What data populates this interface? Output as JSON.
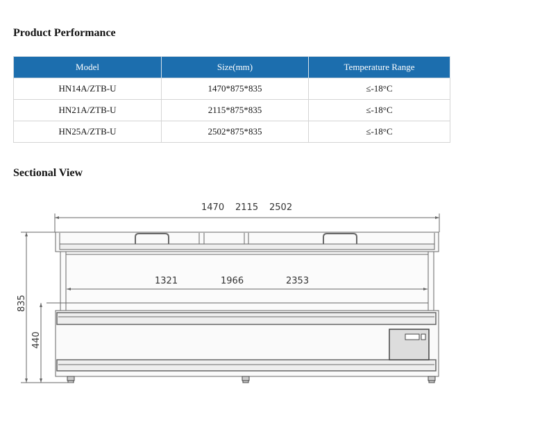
{
  "performance": {
    "title": "Product Performance",
    "headers": [
      "Model",
      "Size(mm)",
      "Temperature Range"
    ],
    "rows": [
      [
        "HN14A/ZTB-U",
        "1470*875*835",
        "≤-18°C"
      ],
      [
        "HN21A/ZTB-U",
        "2115*875*835",
        "≤-18°C"
      ],
      [
        "HN25A/ZTB-U",
        "2502*875*835",
        "≤-18°C"
      ]
    ]
  },
  "sectional": {
    "title": "Sectional View",
    "outer_widths": [
      "1470",
      "2115",
      "2502"
    ],
    "inner_widths": [
      "1321",
      "1966",
      "2353"
    ],
    "height_total": "835",
    "height_lower": "440"
  }
}
